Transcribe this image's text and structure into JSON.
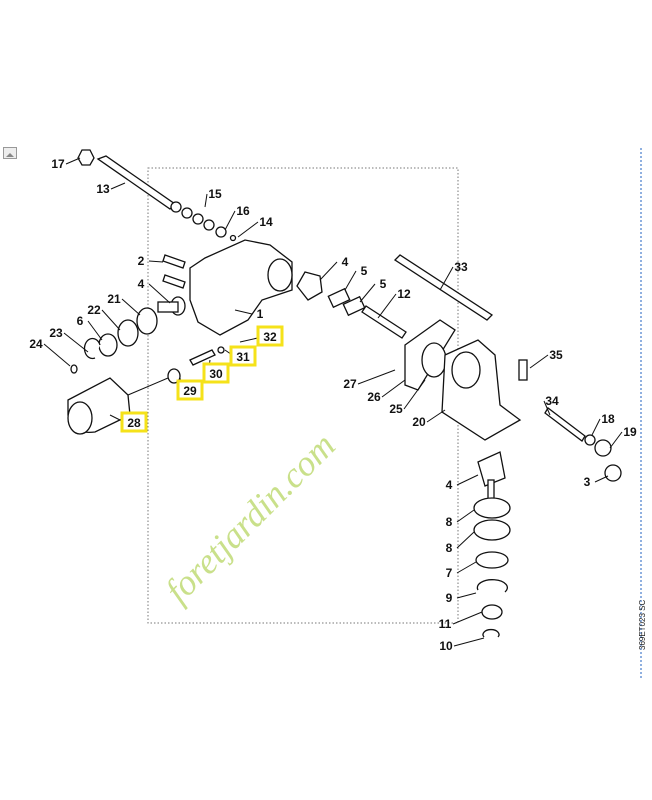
{
  "diagram": {
    "drawing_code": "369ET023 SC",
    "watermark": "foretjardin.com",
    "labels": [
      "17",
      "13",
      "15",
      "16",
      "14",
      "2",
      "4",
      "21",
      "22",
      "6",
      "23",
      "24",
      "1",
      "32",
      "31",
      "30",
      "29",
      "28",
      "4",
      "5",
      "5",
      "12",
      "33",
      "35",
      "27",
      "26",
      "25",
      "20",
      "34",
      "18",
      "19",
      "3",
      "4",
      "8",
      "8",
      "7",
      "9",
      "11",
      "10"
    ],
    "highlighted": [
      "32",
      "31",
      "30",
      "29",
      "28"
    ],
    "colors": {
      "highlight": "#f5e21a",
      "watermark": "#c9e08a",
      "watermark_accent": "#d9c9b0"
    }
  }
}
